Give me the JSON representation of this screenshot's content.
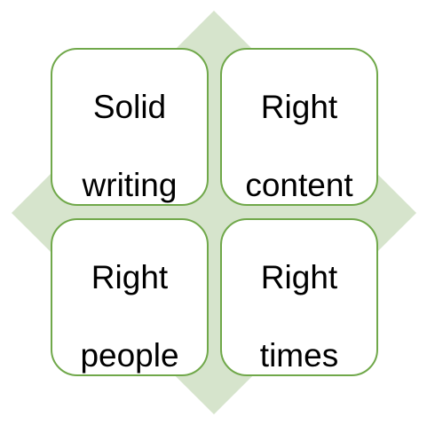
{
  "colors": {
    "diamond_fill": "#d6e4cc",
    "card_border": "#70a84a",
    "card_fill": "#ffffff",
    "text": "#000000"
  },
  "cards": [
    {
      "line1": "Solid",
      "line2": "writing"
    },
    {
      "line1": "Right",
      "line2": "content"
    },
    {
      "line1": "Right",
      "line2": "people"
    },
    {
      "line1": "Right",
      "line2": "times"
    }
  ]
}
